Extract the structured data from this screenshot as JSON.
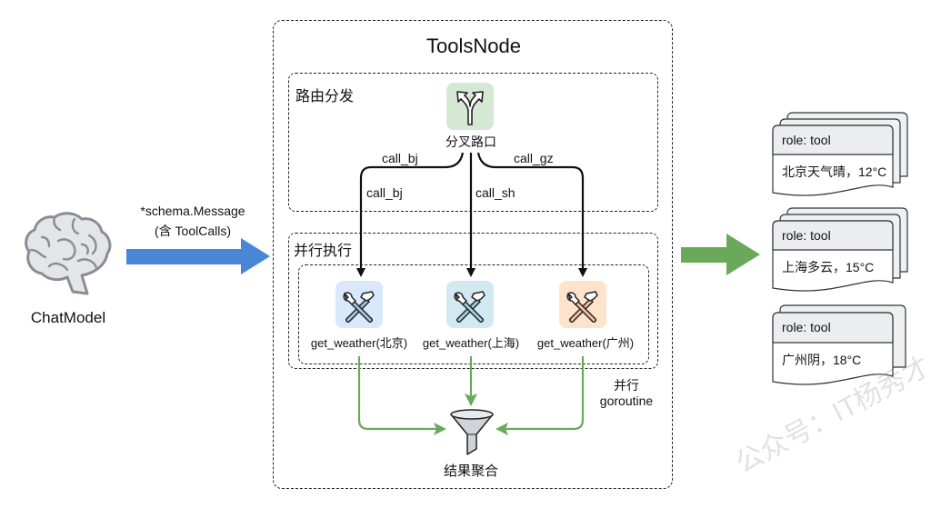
{
  "diagram": {
    "title": "ToolsNode",
    "source": {
      "label": "ChatModel",
      "icon": "brain-icon"
    },
    "input_edge": {
      "line1": "*schema.Message",
      "line2": "(含 ToolCalls)",
      "color": "#4a86d6"
    },
    "routing_group": {
      "label": "路由分发",
      "router": {
        "label": "分叉路口",
        "icon": "fork-arrows-icon",
        "tile_color": "#d5e8d4"
      },
      "edge_labels": [
        "call_bj",
        "call_bj",
        "call_sh",
        "call_gz"
      ]
    },
    "parallel_group": {
      "label": "并行执行",
      "tools": [
        {
          "label": "get_weather(北京)",
          "icon": "tools-icon",
          "tile_color": "#dae8fc"
        },
        {
          "label": "get_weather(上海)",
          "icon": "tools-icon",
          "tile_color": "#d3e9f2"
        },
        {
          "label": "get_weather(广州)",
          "icon": "tools-icon",
          "tile_color": "#fde3cc"
        }
      ],
      "note_line1": "并行",
      "note_line2": "goroutine"
    },
    "aggregate": {
      "label": "结果聚合",
      "icon": "funnel-icon",
      "edge_color": "#6aa85a"
    },
    "output_edge": {
      "color": "#6aa85a"
    },
    "results": [
      {
        "role": "role: tool",
        "content": "北京天气晴，12°C"
      },
      {
        "role": "role: tool",
        "content": "上海多云，15°C"
      },
      {
        "role": "role: tool",
        "content": "广州阴，18°C"
      }
    ],
    "watermark": "公众号：IT杨秀才"
  }
}
